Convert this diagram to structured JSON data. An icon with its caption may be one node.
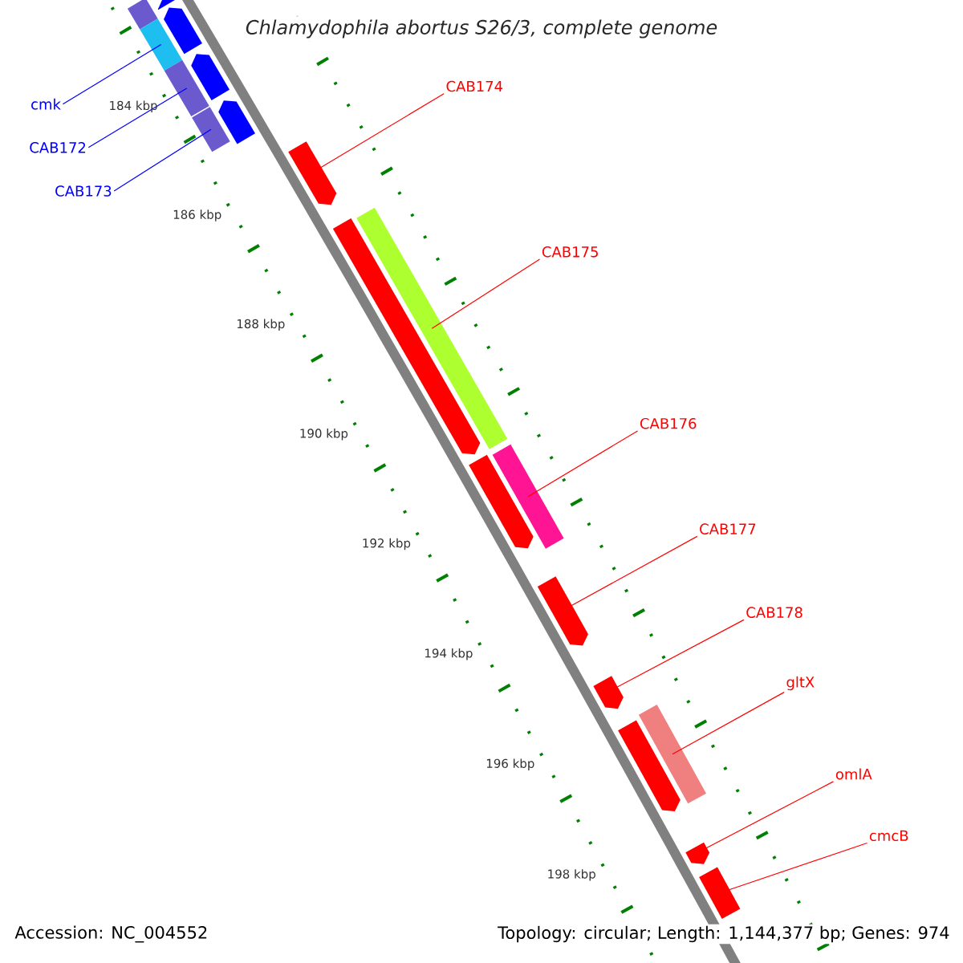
{
  "diagram": {
    "title": "Chlamydophila abortus S26/3, complete genome",
    "nodes": [
      {
        "text": [
          "cmk"
        ]
      },
      {
        "text": [
          "CAB172"
        ]
      },
      {
        "text": [
          "CAB173"
        ]
      },
      {
        "text": [
          "CAB174"
        ]
      },
      {
        "text": [
          "CAB175"
        ]
      },
      {
        "text": [
          "CAB176"
        ]
      },
      {
        "text": [
          "CAB177"
        ]
      },
      {
        "text": [
          "CAB178"
        ]
      },
      {
        "text": [
          "gltX"
        ]
      },
      {
        "text": [
          "omlA"
        ]
      },
      {
        "text": [
          "cmcB"
        ]
      },
      {
        "text": [],
        "shape": "bar"
      },
      {
        "text": [],
        "shape": "arrow"
      },
      {
        "text": [],
        "shape": "bar"
      },
      {
        "text": [],
        "shape": "arrow"
      },
      {
        "text": [],
        "shape": "bar"
      },
      {
        "text": [],
        "shape": "arrow"
      },
      {
        "text": [],
        "shape": "bar"
      },
      {
        "text": [],
        "shape": "arrow"
      },
      {
        "text": [],
        "shape": "arrow"
      },
      {
        "text": [],
        "shape": "arrow"
      },
      {
        "text": [],
        "shape": "bar"
      },
      {
        "text": [],
        "shape": "arrow"
      },
      {
        "text": [],
        "shape": "bar"
      },
      {
        "text": [],
        "shape": "arrow"
      },
      {
        "text": [],
        "shape": "arrow"
      },
      {
        "text": [],
        "shape": "arrow"
      },
      {
        "text": [],
        "shape": "bar"
      },
      {
        "text": [],
        "shape": "arrow"
      },
      {
        "text": [],
        "shape": "bar"
      }
    ],
    "edges": [
      {
        "from": 0,
        "to": 13,
        "arrow": "none",
        "color": "#0000ff"
      },
      {
        "from": 1,
        "to": 15,
        "arrow": "none",
        "color": "#0000ff"
      },
      {
        "from": 2,
        "to": 17,
        "arrow": "none",
        "color": "#0000ff"
      },
      {
        "from": 3,
        "to": 19,
        "arrow": "none"
      },
      {
        "from": 4,
        "to": 21,
        "arrow": "none"
      },
      {
        "from": 5,
        "to": 23,
        "arrow": "none"
      },
      {
        "from": 6,
        "to": 24,
        "arrow": "none"
      },
      {
        "from": 7,
        "to": 25,
        "arrow": "none"
      },
      {
        "from": 8,
        "to": 27,
        "arrow": "none"
      },
      {
        "from": 9,
        "to": 28,
        "arrow": "none"
      },
      {
        "from": 10,
        "to": 29,
        "arrow": "none"
      }
    ],
    "labels": [
      "184 kbp",
      "186 kbp",
      "188 kbp",
      "190 kbp",
      "192 kbp",
      "194 kbp",
      "196 kbp",
      "198 kbp",
      "Accession: NC_004552",
      "Topology: circular; Length: 1,144,377 bp; Genes: 974"
    ]
  }
}
